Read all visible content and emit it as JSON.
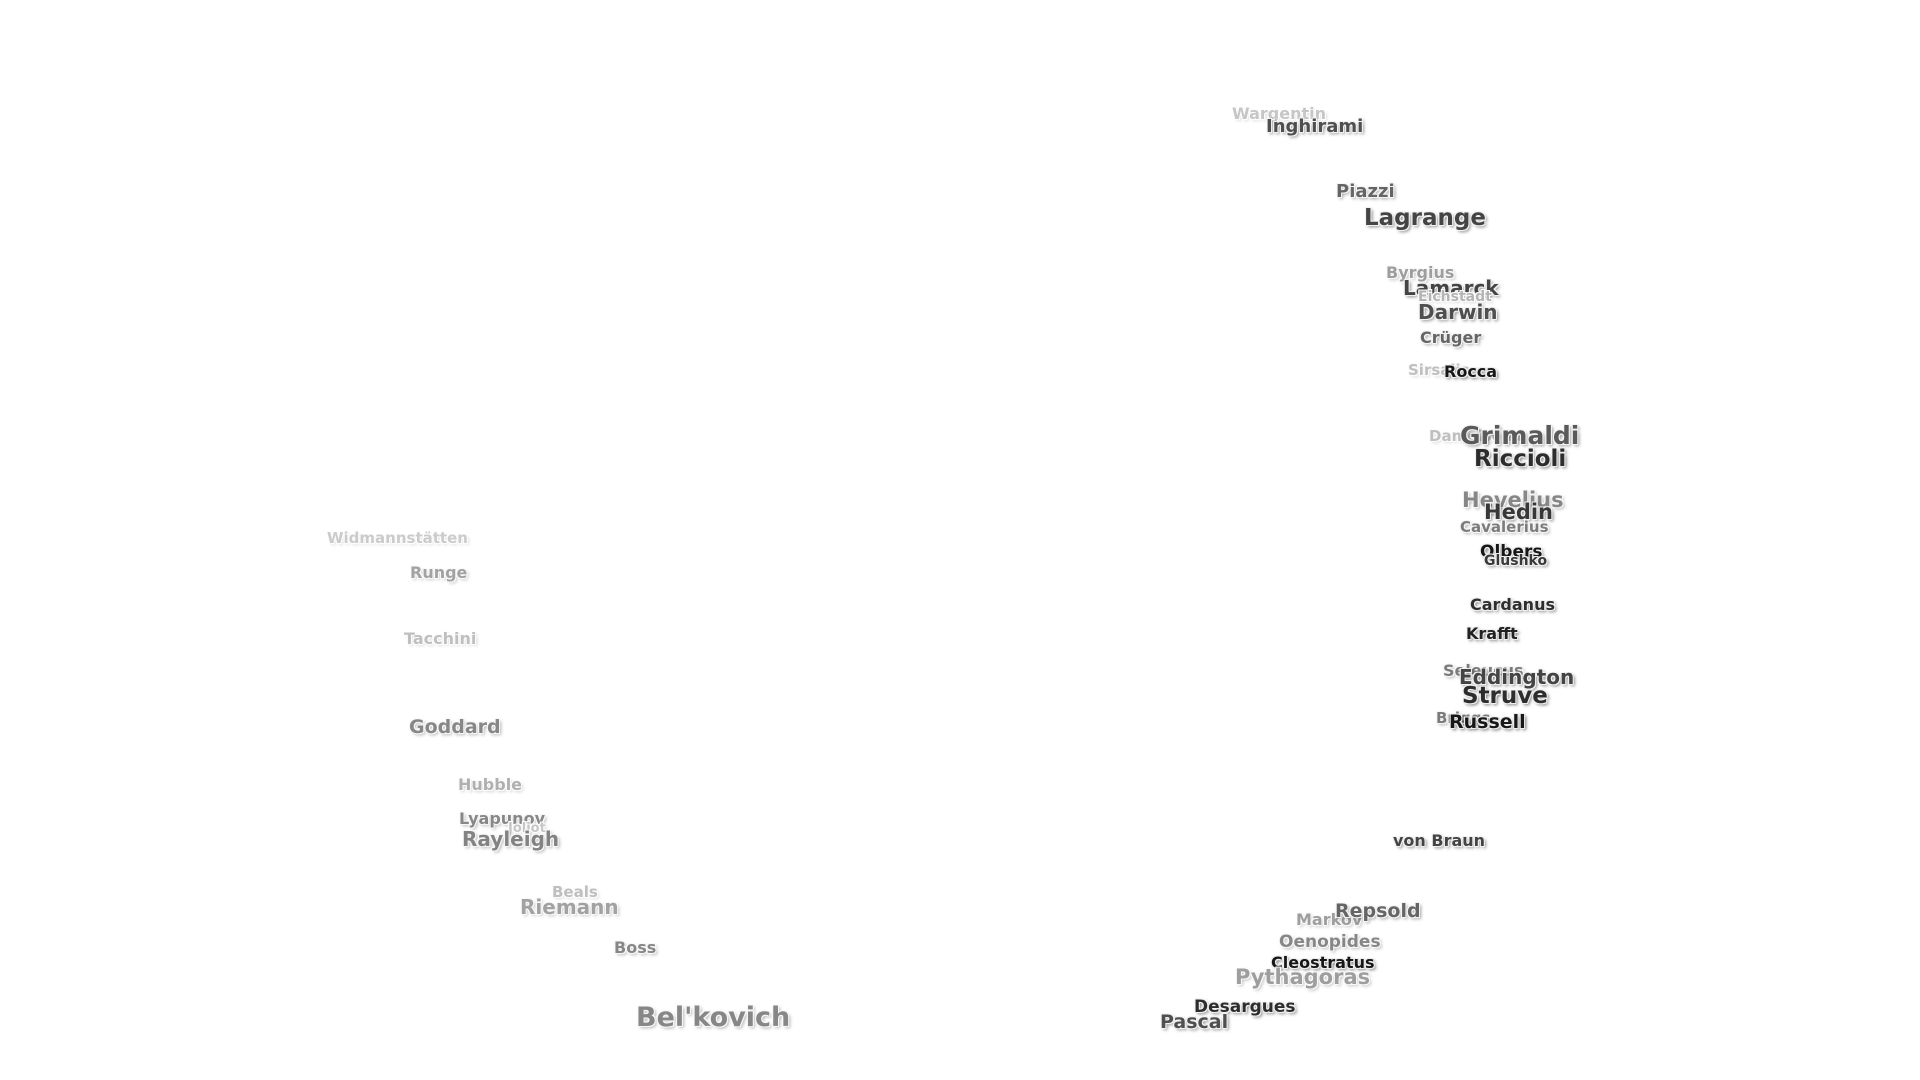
{
  "map": {
    "labels": [
      {
        "id": "warner-west",
        "text": "Wargentin",
        "tone": 0.88
      },
      {
        "id": "inghirami",
        "text": "Inghirami",
        "tone": 0.35
      },
      {
        "id": "piazzi",
        "text": "Piazzi",
        "tone": 0.45
      },
      {
        "id": "lagrange",
        "text": "Lagrange",
        "tone": 0.3
      },
      {
        "id": "byrgius",
        "text": "Byrgius",
        "tone": 0.7
      },
      {
        "id": "lamarck",
        "text": "Lamarck",
        "tone": 0.3
      },
      {
        "id": "eichstadt",
        "text": "Eichstadt",
        "tone": 0.8
      },
      {
        "id": "darwin",
        "text": "Darwin",
        "tone": 0.35
      },
      {
        "id": "cruger",
        "text": "Crüger",
        "tone": 0.45
      },
      {
        "id": "sirsalis",
        "text": "Sirsalis",
        "tone": 0.85
      },
      {
        "id": "rocca",
        "text": "Rocca",
        "tone": 0.1
      },
      {
        "id": "damoiseau",
        "text": "Damoiseau",
        "tone": 0.85
      },
      {
        "id": "grimaldi",
        "text": "Grimaldi",
        "tone": 0.4
      },
      {
        "id": "riccioli",
        "text": "Riccioli",
        "tone": 0.2
      },
      {
        "id": "hevelius",
        "text": "Hevelius",
        "tone": 0.6
      },
      {
        "id": "hedin",
        "text": "Hedin",
        "tone": 0.25
      },
      {
        "id": "cavalerius",
        "text": "Cavalerius",
        "tone": 0.55
      },
      {
        "id": "olbers",
        "text": "Olbers",
        "tone": 0.1
      },
      {
        "id": "glushko",
        "text": "Glushko",
        "tone": 0.25
      },
      {
        "id": "cardanus",
        "text": "Cardanus",
        "tone": 0.2
      },
      {
        "id": "krafft",
        "text": "Krafft",
        "tone": 0.15
      },
      {
        "id": "seleucus",
        "text": "Seleucus",
        "tone": 0.55
      },
      {
        "id": "eddington",
        "text": "Eddington",
        "tone": 0.3
      },
      {
        "id": "struve",
        "text": "Struve",
        "tone": 0.2
      },
      {
        "id": "briggs",
        "text": "Briggs",
        "tone": 0.55
      },
      {
        "id": "russell",
        "text": "Russell",
        "tone": 0.1
      },
      {
        "id": "von-braun",
        "text": "von Braun",
        "tone": 0.3
      },
      {
        "id": "markov",
        "text": "Markov",
        "tone": 0.7
      },
      {
        "id": "repsold",
        "text": "Repsold",
        "tone": 0.45
      },
      {
        "id": "oenopides",
        "text": "Oenopides",
        "tone": 0.6
      },
      {
        "id": "cleostratus",
        "text": "Cleostratus",
        "tone": 0.1
      },
      {
        "id": "pythagoras",
        "text": "Pythagoras",
        "tone": 0.7
      },
      {
        "id": "desargues",
        "text": "Desargues",
        "tone": 0.2
      },
      {
        "id": "pascal",
        "text": "Pascal",
        "tone": 0.35
      },
      {
        "id": "widmannstatten",
        "text": "Widmannstätten",
        "tone": 0.9
      },
      {
        "id": "runge",
        "text": "Runge",
        "tone": 0.72
      },
      {
        "id": "tacchini",
        "text": "Tacchini",
        "tone": 0.85
      },
      {
        "id": "goddard",
        "text": "Goddard",
        "tone": 0.6
      },
      {
        "id": "hubble",
        "text": "Hubble",
        "tone": 0.78
      },
      {
        "id": "lyapunov",
        "text": "Lyapunov",
        "tone": 0.6
      },
      {
        "id": "joliot",
        "text": "Joliot",
        "tone": 0.88
      },
      {
        "id": "rayleigh",
        "text": "Rayleigh",
        "tone": 0.58
      },
      {
        "id": "beals",
        "text": "Beals",
        "tone": 0.85
      },
      {
        "id": "riemann",
        "text": "Riemann",
        "tone": 0.72
      },
      {
        "id": "boss",
        "text": "Boss",
        "tone": 0.6
      },
      {
        "id": "belkovich",
        "text": "Bel'kovich",
        "tone": 0.6
      }
    ]
  }
}
